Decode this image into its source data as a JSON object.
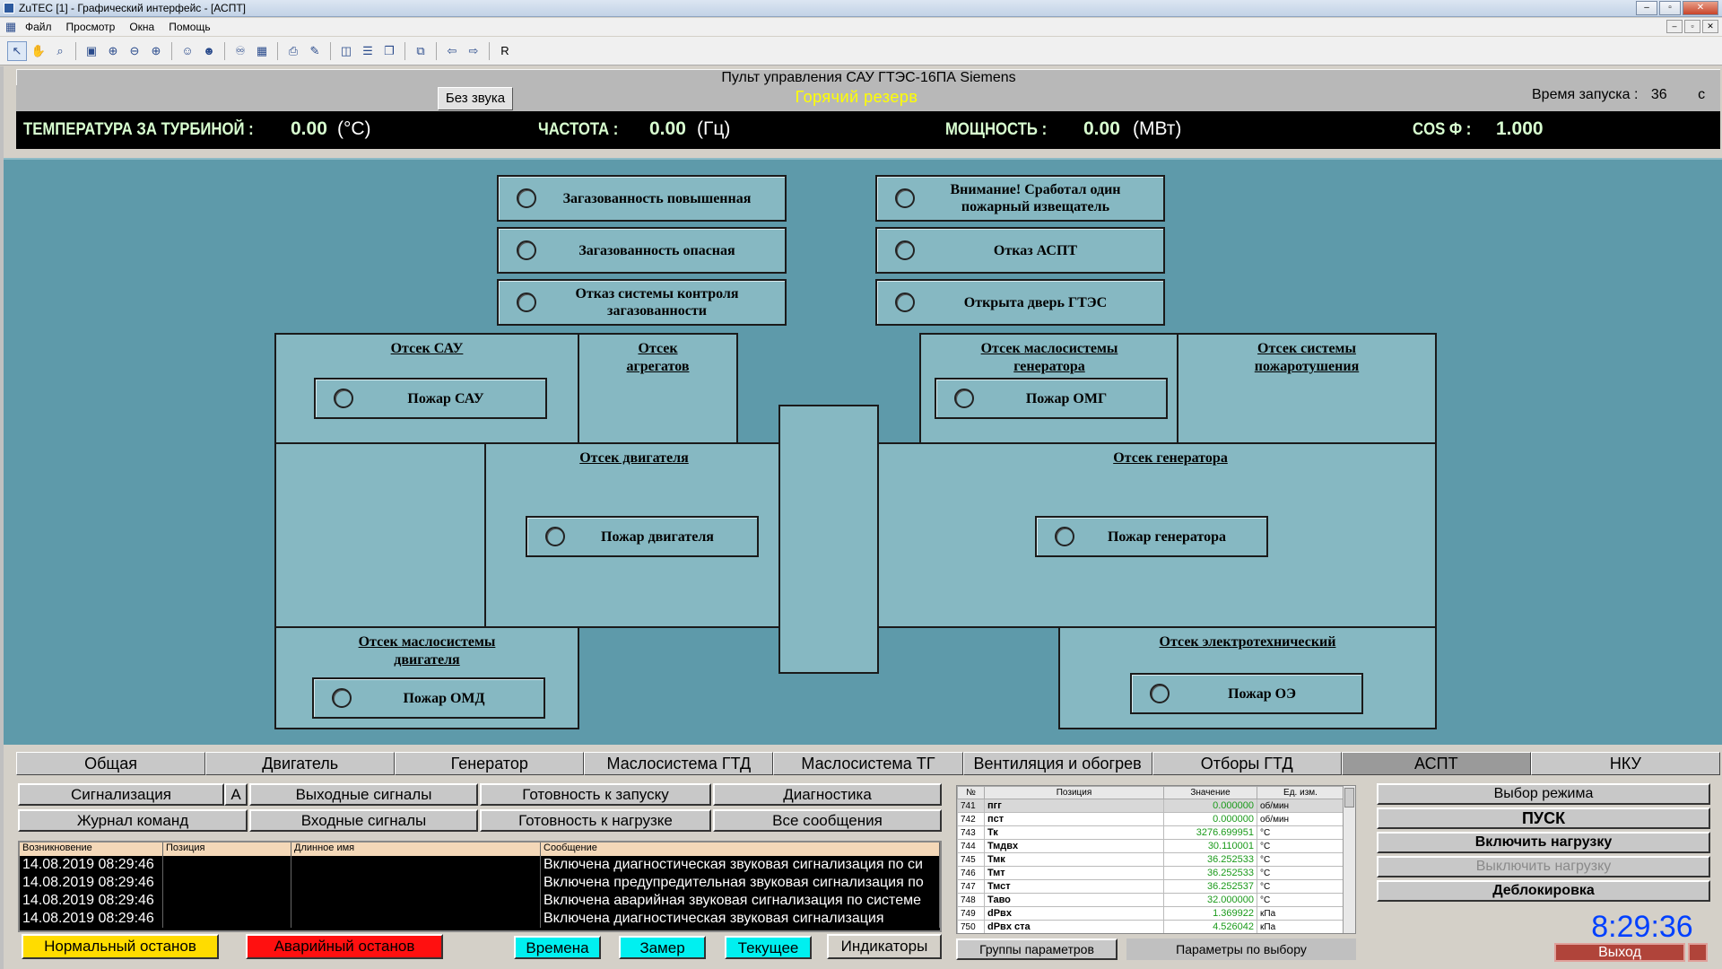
{
  "window": {
    "title": "ZuTEC [1] - Графический интерфейс - [АСПТ]"
  },
  "menu": [
    "Файл",
    "Просмотр",
    "Окна",
    "Помощь"
  ],
  "header": {
    "title": "Пульт управления САУ ГТЭС-16ПА Siemens",
    "mute_label": "Без звука",
    "mode": "Горячий резерв",
    "start_time_label": "Время запуска :",
    "start_time_value": "36",
    "start_time_unit": "с"
  },
  "metrics": {
    "temp_label": "ТЕМПЕРАТУРА ЗА ТУРБИНОЙ :",
    "temp_value": "0.00",
    "temp_unit": "(°C)",
    "freq_label": "ЧАСТОТА :",
    "freq_value": "0.00",
    "freq_unit": "(Гц)",
    "power_label": "МОЩНОСТЬ :",
    "power_value": "0.00",
    "power_unit": "(МВт)",
    "cos_label": "COS Ф :",
    "cos_value": "1.000"
  },
  "alarms": {
    "gas_high": "Загазованность повышенная",
    "gas_danger": "Загазованность опасная",
    "gas_fail": "Отказ системы контроля загазованности",
    "fire_detector": "Внимание! Сработал один пожарный извещатель",
    "aspt_fail": "Отказ АСПТ",
    "door_open": "Открыта дверь ГТЭС"
  },
  "rooms": {
    "sau": "Отсек САУ",
    "aggregates": "Отсек агрегатов",
    "omg": "Отсек маслосистемы генератора",
    "fire_sys": "Отсек системы пожаротушения",
    "engine": "Отсек двигателя",
    "generator": "Отсек генератора",
    "omd": "Отсек маслосистемы двигателя",
    "electro": "Отсек электротехнический"
  },
  "fires": {
    "sau": "Пожар САУ",
    "omg": "Пожар ОМГ",
    "engine": "Пожар двигателя",
    "generator": "Пожар генератора",
    "omd": "Пожар ОМД",
    "oe": "Пожар ОЭ"
  },
  "tabs": [
    "Общая",
    "Двигатель",
    "Генератор",
    "Маслосистема ГТД",
    "Маслосистема ТГ",
    "Вентиляция и обогрев",
    "Отборы ГТД",
    "АСПТ",
    "НКУ"
  ],
  "signal_buttons": {
    "signals": "Сигнализация",
    "a": "А",
    "outputs": "Выходные сигналы",
    "ready_start": "Готовность к запуску",
    "diagnostics": "Диагностика",
    "journal": "Журнал команд",
    "inputs": "Входные сигналы",
    "ready_load": "Готовность к нагрузке",
    "all_messages": "Все сообщения"
  },
  "log": {
    "headers": [
      "Возникновение",
      "Позиция",
      "Длинное имя",
      "Сообщение"
    ],
    "rows": [
      [
        "14.08.2019 08:29:46",
        "",
        "",
        "Включена диагностическая звуковая сигнализация по си"
      ],
      [
        "14.08.2019 08:29:46",
        "",
        "",
        "Включена предупредительная звуковая сигнализация по"
      ],
      [
        "14.08.2019 08:29:46",
        "",
        "",
        "Включена аварийная звуковая сигнализация по системе"
      ],
      [
        "14.08.2019 08:29:46",
        "",
        "",
        "Включена диагностическая звуковая сигнализация"
      ]
    ]
  },
  "bottom": {
    "normal_stop": "Нормальный останов",
    "emergency_stop": "Аварийный останов",
    "times": "Времена",
    "measure": "Замер",
    "current": "Текущее",
    "indicators": "Индикаторы",
    "param_groups": "Группы параметров",
    "params_choice": "Параметры по выбору"
  },
  "params": {
    "headers": [
      "№",
      "Позиция",
      "Значение",
      "Ед. изм."
    ],
    "rows": [
      [
        "741",
        "пгг",
        "0.000000",
        "об/мин"
      ],
      [
        "742",
        "пст",
        "0.000000",
        "об/мин"
      ],
      [
        "743",
        "Тк",
        "3276.699951",
        "°C"
      ],
      [
        "744",
        "Тмдвх",
        "30.110001",
        "°C"
      ],
      [
        "745",
        "Тмк",
        "36.252533",
        "°C"
      ],
      [
        "746",
        "Тмт",
        "36.252533",
        "°C"
      ],
      [
        "747",
        "Тмст",
        "36.252537",
        "°C"
      ],
      [
        "748",
        "Таво",
        "32.000000",
        "°C"
      ],
      [
        "749",
        "dPвх",
        "1.369922",
        "кПа"
      ],
      [
        "750",
        "dPвх ста",
        "4.526042",
        "кПа"
      ]
    ]
  },
  "right_panel": {
    "mode_select": "Выбор режима",
    "start": "ПУСК",
    "load_on": "Включить нагрузку",
    "load_off": "Выключить нагрузку",
    "unblock": "Деблокировка",
    "clock": "8:29:36",
    "exit": "Выход"
  },
  "colors": {
    "background": "#5e9aaa",
    "panel": "#86b8c2",
    "mode": "#ffff00",
    "value_green": "#1a9a1a",
    "normal_stop": "#ffdc00",
    "emergency_stop": "#ff1010",
    "cyan_button": "#00f0f0",
    "clock": "#0040ff"
  }
}
